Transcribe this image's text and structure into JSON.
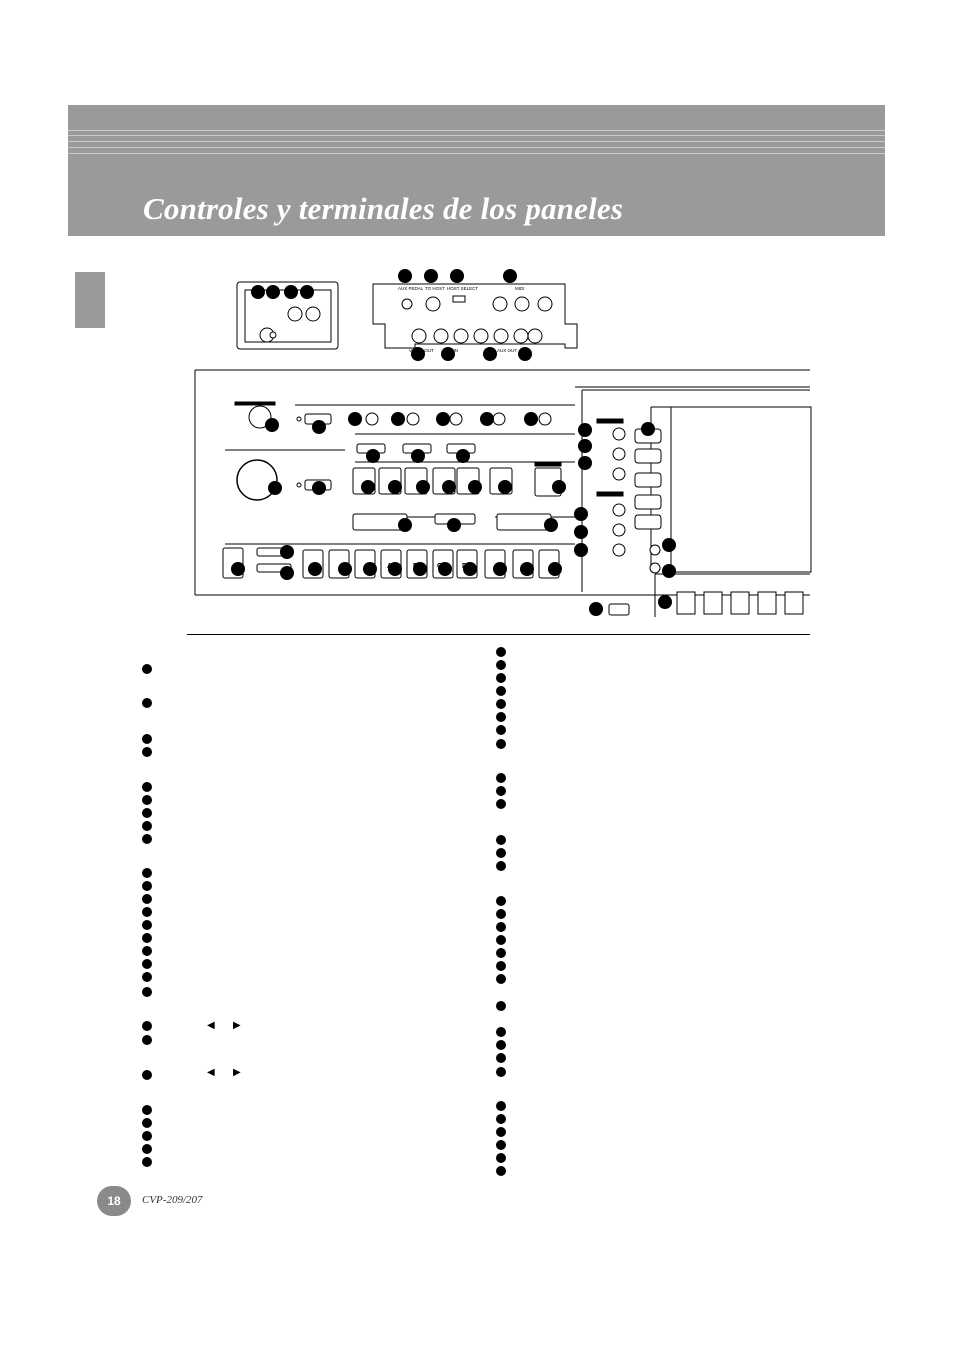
{
  "page": {
    "title": "Controles y terminales de los paneles",
    "page_number": "18",
    "model": "CVP-209/207"
  },
  "figure": {
    "connector_labels": [
      "AUX PEDAL",
      "TO HOST",
      "HOST SELECT",
      "MIDI",
      "VIDEO OUT",
      "AUX IN",
      "AUX OUT"
    ],
    "button_letters": [
      "A",
      "B",
      "C",
      "D"
    ],
    "arrow_left": "◀",
    "arrow_right": "▶"
  },
  "colors": {
    "header_band": "#9a9a9a",
    "header_stripes": "#c9c9c9",
    "title_text": "#ffffff",
    "page_badge": "#8a8a8a"
  }
}
